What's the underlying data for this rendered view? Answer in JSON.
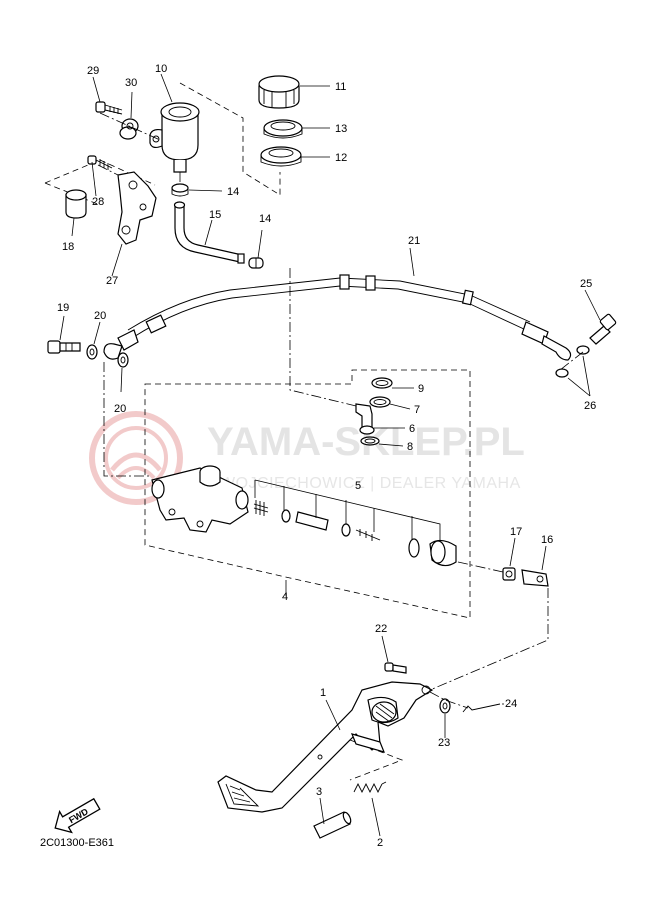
{
  "watermark": {
    "brand": "YAMA-SKLEP.PL",
    "tagline": "WOJCIECHOWICZ | DEALER YAMAHA",
    "logo_color": "#e8a0a0",
    "text_color": "#e4e4e4"
  },
  "diagram_code": "2C01300-E361",
  "fwd_label": "FWD",
  "callouts": {
    "c1": "1",
    "c2": "2",
    "c3": "3",
    "c4": "4",
    "c5": "5",
    "c6": "6",
    "c7": "7",
    "c8": "8",
    "c9": "9",
    "c10": "10",
    "c11": "11",
    "c12": "12",
    "c13": "13",
    "c14a": "14",
    "c14b": "14",
    "c15": "15",
    "c16": "16",
    "c17": "17",
    "c18": "18",
    "c19": "19",
    "c20a": "20",
    "c20b": "20",
    "c21": "21",
    "c22": "22",
    "c23": "23",
    "c24": "24",
    "c25": "25",
    "c26": "26",
    "c27": "27",
    "c28": "28",
    "c29": "29",
    "c30": "30"
  }
}
